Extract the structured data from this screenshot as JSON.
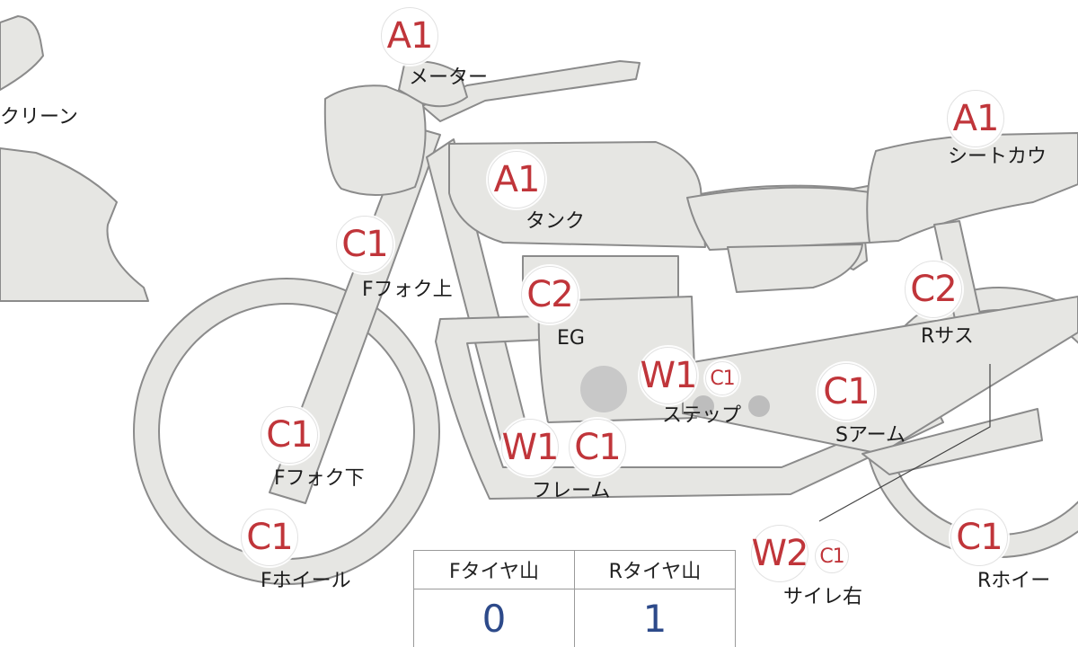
{
  "colors": {
    "part_fill": "#e6e6e3",
    "part_stroke": "#8b8b8b",
    "code_text": "#c0353a",
    "count_text": "#2d4a8a",
    "engine_spot": "#c8c8c8"
  },
  "parts": {
    "screen": {
      "code": "",
      "label": "クリーン"
    },
    "meter": {
      "code": "A1",
      "label": "メーター"
    },
    "tank": {
      "code": "A1",
      "label": "タンク"
    },
    "seat_cowl": {
      "code": "A1",
      "label": "シートカウ"
    },
    "fork_upper": {
      "code": "C1",
      "label": "Fフォク上"
    },
    "engine": {
      "code": "C2",
      "label": "EG"
    },
    "rear_shock": {
      "code": "C2",
      "label": "Rサス"
    },
    "step": {
      "code": "W1",
      "sub_code": "C1",
      "label": "ステップ"
    },
    "swing_arm": {
      "code": "C1",
      "label": "Sアーム"
    },
    "fork_lower": {
      "code": "C1",
      "label": "Fフォク下"
    },
    "frame": {
      "codes": [
        "W1",
        "C1"
      ],
      "label": "フレーム"
    },
    "front_wheel": {
      "code": "C1",
      "label": "Fホイール"
    },
    "muffler_r": {
      "code": "W2",
      "sub_code": "C1",
      "label": "サイレ右"
    },
    "rear_wheel": {
      "code": "C1",
      "label": "Rホイー"
    }
  },
  "tire_table": {
    "headers": [
      "Fタイヤ山",
      "Rタイヤ山"
    ],
    "values": [
      "0",
      "1"
    ]
  }
}
